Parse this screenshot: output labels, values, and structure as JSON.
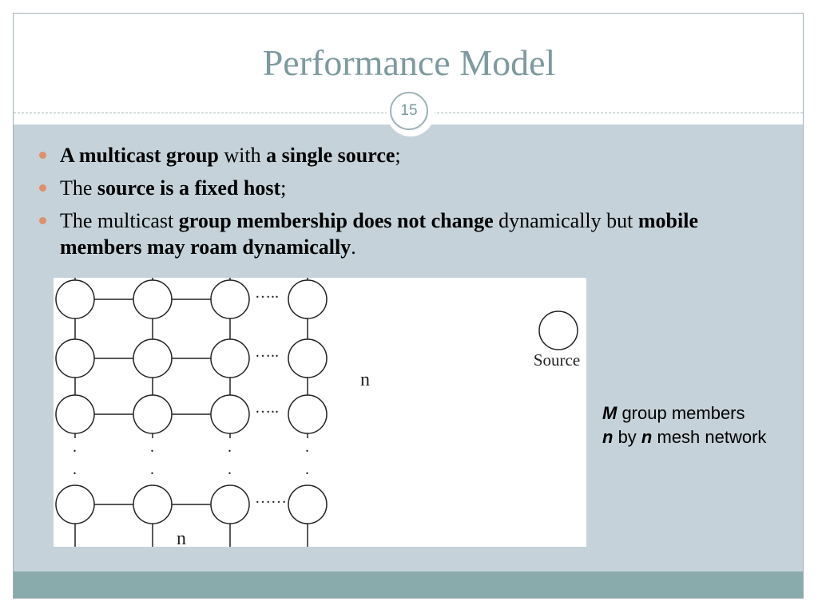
{
  "slide": {
    "title": "Performance Model",
    "page_number": "15"
  },
  "bullets": [
    {
      "parts": [
        {
          "text": "A multicast group",
          "bold": true
        },
        {
          "text": " with ",
          "bold": false
        },
        {
          "text": "a single source",
          "bold": true
        },
        {
          "text": ";",
          "bold": false
        }
      ]
    },
    {
      "parts": [
        {
          "text": "The ",
          "bold": false
        },
        {
          "text": "source is a fixed host",
          "bold": true
        },
        {
          "text": ";",
          "bold": false
        }
      ]
    },
    {
      "parts": [
        {
          "text": "The multicast ",
          "bold": false
        },
        {
          "text": "group membership does not change",
          "bold": true
        },
        {
          "text": " dynamically but ",
          "bold": false
        },
        {
          "text": "mobile members may roam dynamically",
          "bold": true
        },
        {
          "text": ".",
          "bold": false
        }
      ]
    }
  ],
  "figure": {
    "source_label": "Source",
    "n_right": "n",
    "n_bottom": "n",
    "dots_row": "…..",
    "dots_row_last": "……",
    "vertical_dot": "."
  },
  "note": {
    "line1_var": "M",
    "line1_text": " group members",
    "line2_var_a": "n",
    "line2_mid": " by ",
    "line2_var_b": "n",
    "line2_text": " mesh network"
  },
  "colors": {
    "title": "#7d9a9e",
    "panel": "#c5d2d9",
    "footer": "#8aabab",
    "bullet": "#e0906b"
  }
}
